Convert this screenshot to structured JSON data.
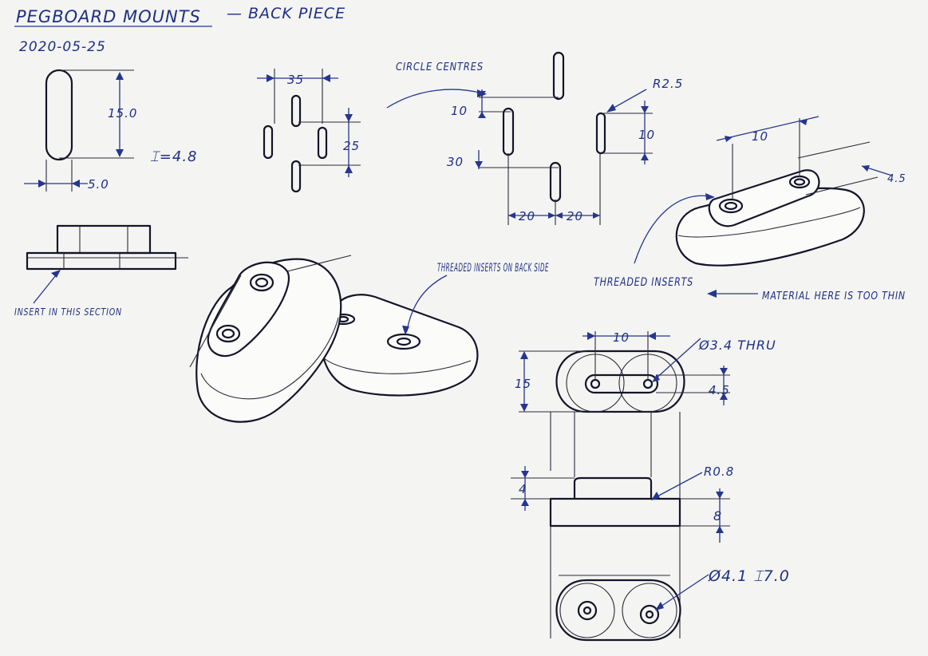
{
  "title": "PEGBOARD MOUNTS",
  "subtitle": "— BACK PIECE",
  "date": "2020-05-25",
  "slot_view": {
    "height": "15.0",
    "width": "5.0",
    "depth": "⌶=4.8"
  },
  "pattern": {
    "spacing_x": "35",
    "spacing_y": "25",
    "circle_centres_note": "CIRCLE CENTRES",
    "top_offset": "10",
    "lower_offset": "30",
    "pitch_1": "20",
    "pitch_2": "20",
    "slot_radius": "R2.5",
    "slot_length": "10"
  },
  "iso_top": {
    "width": "10",
    "hole_spacing": "4.5"
  },
  "notes": {
    "insert": "INSERT IN THIS SECTION",
    "threaded_back": "THREADED INSERTS ON BACK SIDE",
    "threaded": "THREADED INSERTS",
    "material": "MATERIAL HERE IS TOO THIN"
  },
  "plan_view": {
    "width": "10",
    "hole": "Ø3.4 THRU",
    "height": "15",
    "hole_spacing": "4.5"
  },
  "side_view": {
    "radius": "R0.8",
    "boss_height": "4",
    "base_height": "8"
  },
  "bottom_view": {
    "hole": "Ø4.1 ⌶7.0"
  }
}
